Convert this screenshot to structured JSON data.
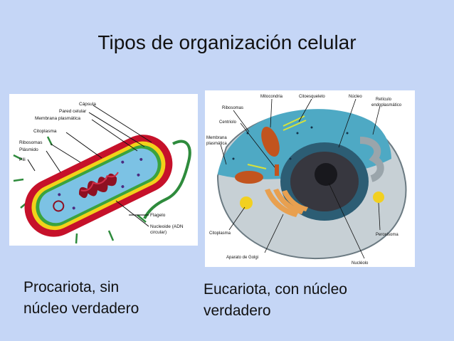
{
  "slide": {
    "title": "Tipos de organización celular",
    "caption_prokaryote_line1": "Procariota, sin",
    "caption_prokaryote_line2": "núcleo verdadero",
    "caption_eukaryote_line1": "Eucariota, con núcleo",
    "caption_eukaryote_line2": "verdadero"
  },
  "prokaryote": {
    "labels": {
      "capsula": "Cápsula",
      "pared": "Pared celular",
      "membrana": "Membrana plasmática",
      "citoplasma": "Citoplasma",
      "ribosomas": "Ribosomas",
      "plasmido": "Plásmido",
      "pili": "Pili",
      "flagelo": "Flagelo",
      "nucleoide1": "Nucleoide (ADN",
      "nucleoide2": "circular)"
    }
  },
  "eukaryote": {
    "labels": {
      "mitocondria": "Mitocondria",
      "citoesqueleto": "Citoesqueleto",
      "nucleo": "Núcleo",
      "reticulo1": "Retículo",
      "reticulo2": "endoplasmático",
      "ribosomas": "Ribosomas",
      "centriolo": "Centriolo",
      "membrana1": "Membrana",
      "membrana2": "plasmática",
      "citoplasma": "Citoplasma",
      "peroxisoma": "Peroxisoma",
      "golgi": "Aparato de Golgi",
      "nucleolo": "Nucléolo"
    }
  },
  "colors": {
    "background": "#c5d6f6",
    "capsule": "#c6112a",
    "wall": "#f2d21a",
    "membrane": "#3aa33d",
    "cytoplasm_prok": "#7cc2e4",
    "dna": "#8e1022",
    "cytoplasm_euk": "#4ea9c4",
    "nucleus": "#37373f"
  }
}
